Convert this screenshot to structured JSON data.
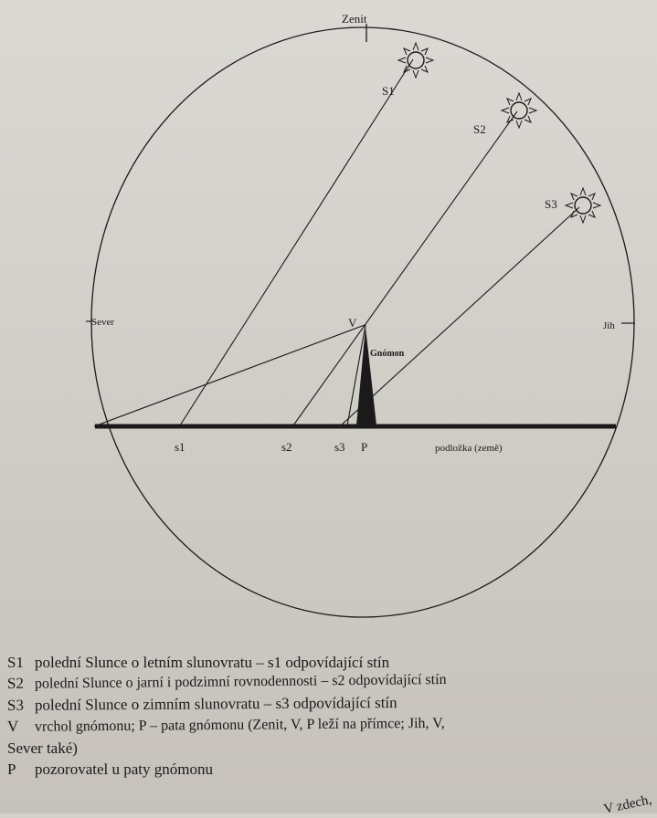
{
  "diagram": {
    "zenith_label": "Zenit",
    "north_label": "Sever",
    "south_label": "Jih",
    "vertex_label": "V",
    "gnomon_label": "Gnómon",
    "foot_label": "P",
    "ground_label": "podložka (země)",
    "suns": [
      {
        "label": "S1",
        "shadow_label": "s1"
      },
      {
        "label": "S2",
        "shadow_label": "s2"
      },
      {
        "label": "S3",
        "shadow_label": "s3"
      }
    ]
  },
  "legend": [
    {
      "key": "S1",
      "text": "polední Slunce o letním slunovratu – s1 odpovídající stín"
    },
    {
      "key": "S2",
      "text": "polední Slunce o jarní i podzimní rovnodennosti – s2 odpovídající stín"
    },
    {
      "key": "S3",
      "text": "polední Slunce o zimním slunovratu – s3 odpovídající stín"
    },
    {
      "key": "V",
      "text": "vrchol gnómonu; P – pata gnómonu (Zenit, V, P leží na přímce; Jih, V,"
    },
    {
      "key": "",
      "text": "Sever také)"
    },
    {
      "key": "P",
      "text": "pozorovatel u paty gnómonu"
    }
  ],
  "fragment": "V zdech,"
}
